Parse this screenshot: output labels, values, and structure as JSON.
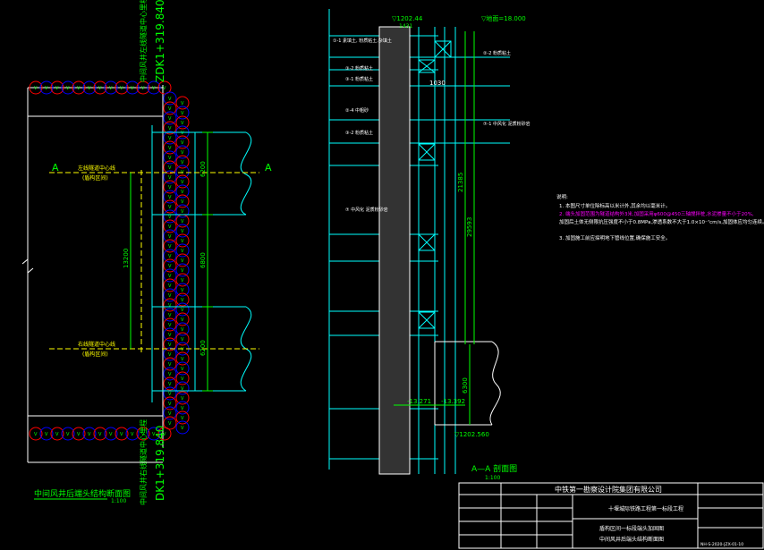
{
  "drawing": {
    "label_a_left": "A",
    "label_a_right": "A",
    "station_top": "ZDK1+319.840",
    "station_bottom": "DK1+319.840",
    "station_top_note": "中间风井左线隧道中心里程",
    "station_bottom_note": "中间风井右线隧道中心里程",
    "tunnel_center_top": "左线隧道中心线",
    "tunnel_center_top_sub": "(盾构区间)",
    "tunnel_center_bottom": "右线隧道中心线",
    "tunnel_center_bottom_sub": "(盾构区间)",
    "dim_6200_top": "6200",
    "dim_6800": "6800",
    "dim_6200_bottom": "6200",
    "dim_13200": "13200",
    "plan_title": "中间风井后端头结构断面图",
    "plan_scale": "1:100",
    "section_title": "A—A 剖面图",
    "section_scale": "1:100",
    "elev_top_label": "▽1202.44",
    "elev_top_sub": "1431",
    "elev_top_right": "▽地面=18.000",
    "elev_neg_1": "-13.271",
    "elev_neg_2": "-13.392",
    "elev_bottom": "▽1202.560",
    "dim_21385": "21385",
    "dim_29593": "29593",
    "dim_6300": "6300",
    "dim_1030": "1030",
    "soil_layers": [
      "①-1 素填土, 粉质粘土,杂填土",
      "②-2 粉质粘土",
      "③-2 粉质粘土",
      "③-1 粉质粘土",
      "②-4 中粗砂",
      "③-2 粉质粘土",
      "⑦ 中风化 泥质粉砂岩",
      "⑦-1 中风化 泥质粉砂岩"
    ],
    "notes_title": "说明:",
    "notes": [
      "1. 本图尺寸单位除标高以米计外,其余均以毫米计。",
      "2. 端头加固范围为隧道结构外3米,加固采用φ600@450三轴搅拌桩,水泥掺量不小于20%,",
      "   加固后土体无侧限抗压强度不小于0.8MPa,渗透系数不大于1.0×10⁻⁷cm/s,加固体应均匀连续。",
      "3. 加固施工前应探明地下管线位置,确保施工安全。"
    ],
    "title_block": {
      "company": "中铁第一勘察设计院集团有限公司",
      "project": "十堰城际铁路工程第一标段工程",
      "drawing_name_1": "盾构区间一标段端头加固图",
      "drawing_name_2": "中间风井后端头结构断面图",
      "drawing_no": "NH-S-2020-JZX-01-10"
    }
  }
}
